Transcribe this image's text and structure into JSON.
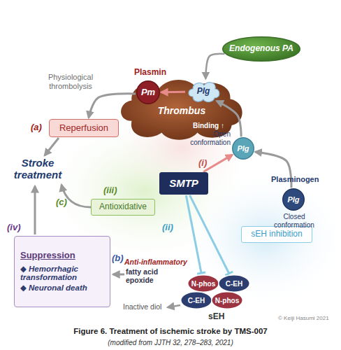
{
  "diagram": {
    "caption": "Figure 6. Treatment of ischemic stroke by TMS-007",
    "nodes": [
      {
        "text": [
          "Pm"
        ]
      },
      {
        "text": [
          "Plg"
        ]
      },
      {
        "text": [
          "Endogenous PA"
        ]
      },
      {
        "text": [
          "Thrombus"
        ]
      },
      {
        "text": [
          "Reperfusion"
        ]
      },
      {
        "text": [
          "Plg"
        ]
      },
      {
        "text": [
          "SMTP"
        ]
      },
      {
        "text": [
          "Plg"
        ]
      },
      {
        "text": [
          "Antioxidative"
        ]
      },
      {
        "text": [
          "sEH inhibition"
        ]
      },
      {
        "text": [
          "Suppression",
          "◆ Hemorrhagic transformation",
          "◆ Neuronal death"
        ]
      },
      {
        "text": [
          "N-phos"
        ]
      },
      {
        "text": [
          "C-EH"
        ]
      },
      {
        "text": [
          "C-EH"
        ]
      },
      {
        "text": [
          "N-phos"
        ]
      }
    ],
    "edges": [
      {
        "from": 0,
        "to": 4,
        "arrow": "to",
        "label": "Physiological thrombolysis"
      },
      {
        "from": 1,
        "to": 0,
        "arrow": "to"
      },
      {
        "from": 2,
        "to": 1,
        "arrow": "to"
      },
      {
        "from": 7,
        "to": 5,
        "arrow": "to"
      },
      {
        "from": 5,
        "to": 1,
        "arrow": "to"
      },
      {
        "from": 6,
        "to": 5,
        "arrow": "to",
        "label": "(i)"
      },
      {
        "from": 6,
        "to": 11,
        "arrow": "to"
      },
      {
        "from": 6,
        "to": 12,
        "arrow": "to"
      }
    ],
    "labels": [
      "Plasmin",
      "(a)",
      "Stroke treatment",
      "Binding ↑",
      "Open conformation",
      "Plasminogen",
      "Closed conformation",
      "(iii)",
      "(c)",
      "(ii)",
      "(iv)",
      "(b)",
      "Anti-inflammatory",
      "fatty acid epoxide",
      "Inactive diol",
      "sEH",
      "© Keiji Hasumi 2021",
      "(modified from JJTH 32, 278–283, 2021)"
    ]
  }
}
